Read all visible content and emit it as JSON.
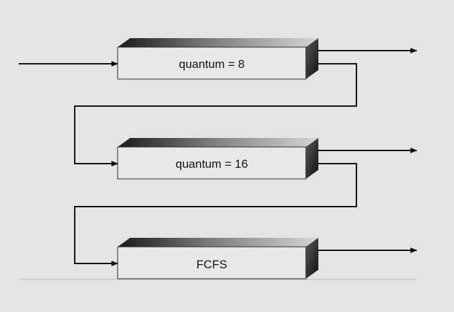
{
  "queues": [
    {
      "label": "quantum = 8"
    },
    {
      "label": "quantum = 16"
    },
    {
      "label": "FCFS"
    }
  ],
  "colors": {
    "background": "#e4e4e4",
    "box_front": "#e8e8e8",
    "line": "#111111"
  }
}
